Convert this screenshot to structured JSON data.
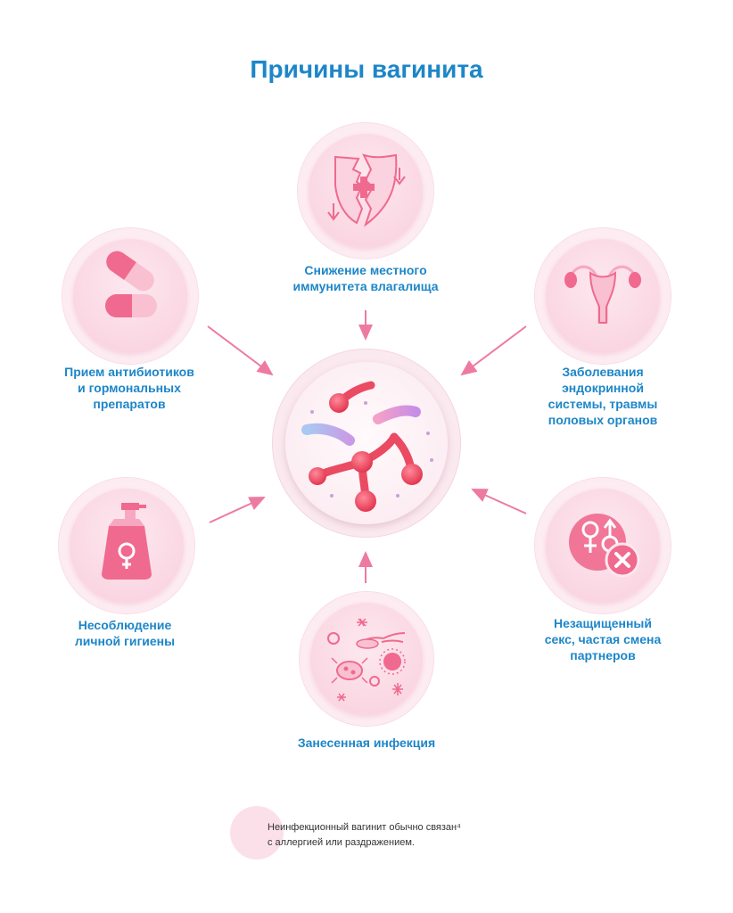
{
  "title": "Причины вагинита",
  "causes": {
    "immunity": [
      "Снижение местного",
      "иммунитета влагалища"
    ],
    "antibiotics": [
      "Прием антибиотиков",
      "и гормональных",
      "препаратов"
    ],
    "endocrine": [
      "Заболевания",
      "эндокринной",
      "системы, травмы",
      "половых органов"
    ],
    "hygiene": [
      "Несоблюдение",
      "личной гигиены"
    ],
    "unprotected": [
      "Незащищенный",
      "секс, частая смена",
      "партнеров"
    ],
    "infection": [
      "Занесенная инфекция"
    ]
  },
  "footnote": [
    "Неинфекционный вагинит обычно связан⁴",
    "с аллергией или раздражением."
  ],
  "colors": {
    "title": "#1d86c8",
    "arrow": "#ee7aa0",
    "icon_pink": "#f0698e",
    "icon_light": "#f7a8c0"
  },
  "icons": {
    "immunity": "shield-icon",
    "antibiotics": "pills-icon",
    "endocrine": "uterus-icon",
    "hygiene": "soap-bottle-icon",
    "unprotected": "gender-symbols-icon",
    "infection": "microbes-icon",
    "center": "bacteria-icon"
  }
}
